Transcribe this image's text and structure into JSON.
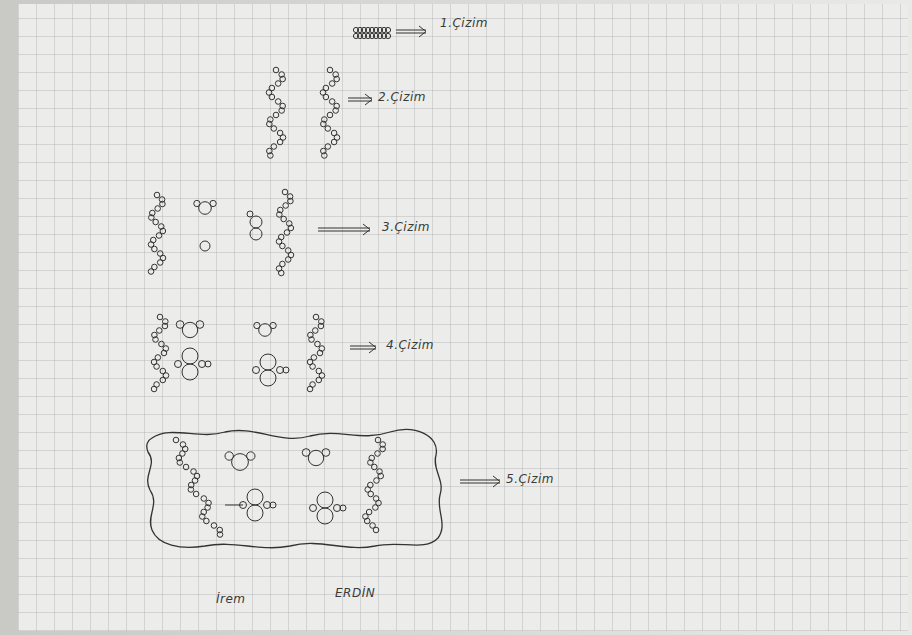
{
  "diagram": {
    "labels": [
      "1.Çizim",
      "2.Çizim",
      "3.Çizim",
      "4.Çizim",
      "5.Çizim",
      "İrem",
      "ERDİN"
    ]
  }
}
